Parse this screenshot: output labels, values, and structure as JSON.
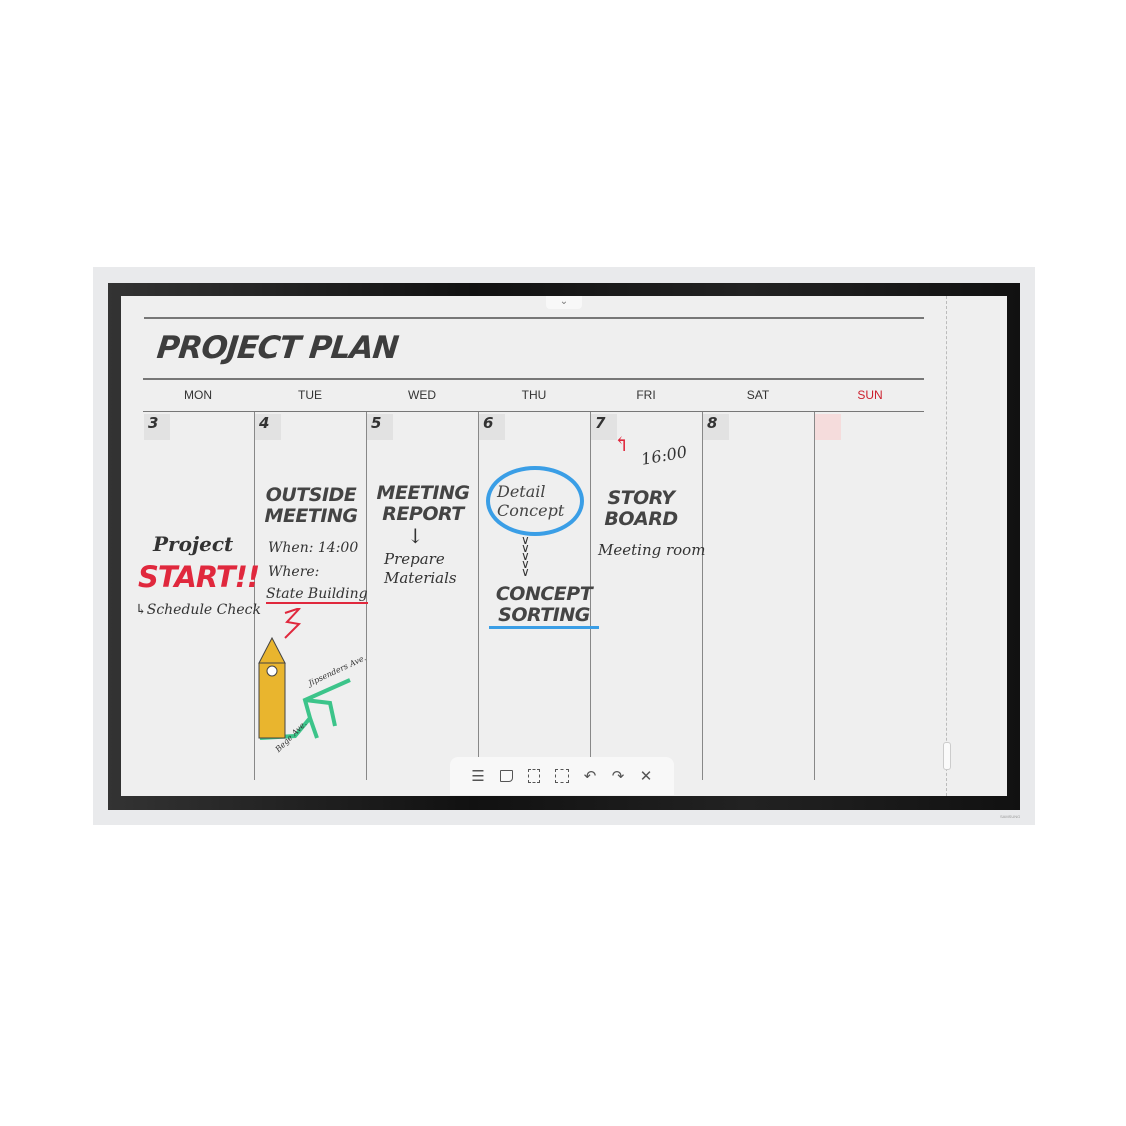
{
  "title": "PROJECT PLAN",
  "days": [
    {
      "label": "MON",
      "date": "3"
    },
    {
      "label": "TUE",
      "date": "4"
    },
    {
      "label": "WED",
      "date": "5"
    },
    {
      "label": "THU",
      "date": "6"
    },
    {
      "label": "FRI",
      "date": "7"
    },
    {
      "label": "SAT",
      "date": "8"
    },
    {
      "label": "SUN",
      "date": ""
    }
  ],
  "colors": {
    "sun": "#cc1f2d",
    "start": "#e0283d",
    "blue": "#3a9ee6",
    "green": "#3cc48a"
  },
  "notes": {
    "mon": {
      "line1": "Project",
      "line2": "START!!",
      "line3": "Schedule Check"
    },
    "tue": {
      "heading1": "OUTSIDE",
      "heading2": "MEETING",
      "when": "When: 14:00",
      "where": "Where:",
      "place": "State Building",
      "map1": "Jipsenders Ave.",
      "map2": "Bege Ave."
    },
    "wed": {
      "heading1": "MEETING",
      "heading2": "REPORT",
      "line1": "Prepare",
      "line2": "Materials"
    },
    "thu": {
      "circle1": "Detail",
      "circle2": "Concept",
      "heading1": "CONCEPT",
      "heading2": "SORTING"
    },
    "fri": {
      "time": "16:00",
      "heading1": "STORY",
      "heading2": "BOARD",
      "line1": "Meeting room"
    }
  },
  "toolbar": [
    "menu-icon",
    "sticky-note-icon",
    "paste-icon",
    "select-icon",
    "undo-icon",
    "redo-icon",
    "close-icon"
  ],
  "brand": "SAMSUNG"
}
